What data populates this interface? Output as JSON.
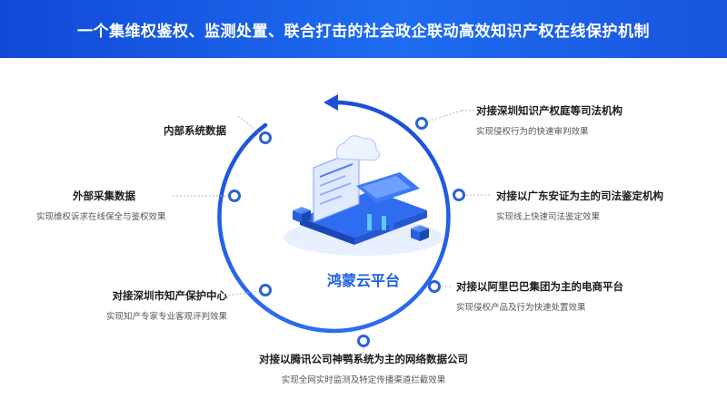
{
  "header": {
    "title": "一个集维权鉴权、监测处置、联合打击的社会政企联动高效知识产权在线保护机制"
  },
  "center": {
    "label": "鸿蒙云平台"
  },
  "nodes": [
    {
      "title": "对接深圳知识产权庭等司法机构",
      "desc": "实现侵权行为的快速审判效果"
    },
    {
      "title": "对接以广东安证为主的司法鉴定机构",
      "desc": "实现线上快速司法鉴定效果"
    },
    {
      "title": "对接以阿里巴巴集团为主的电商平台",
      "desc": "实现侵权产品及行为快速处置效果"
    },
    {
      "title": "对接以腾讯公司神鹗系统为主的网络数据公司",
      "desc": "实现全网实时监测及特定传播渠道拦截效果"
    },
    {
      "title": "对接深圳市知产保护中心",
      "desc": "实现知产专家专业客观评判效果"
    },
    {
      "title": "外部采集数据",
      "desc": "实现维权诉求在线保全与鉴权效果"
    },
    {
      "title": "内部系统数据",
      "desc": ""
    }
  ],
  "colors": {
    "accent": "#1f5fe0",
    "header": "#1a5ce6",
    "dot": "#2a62d8"
  }
}
